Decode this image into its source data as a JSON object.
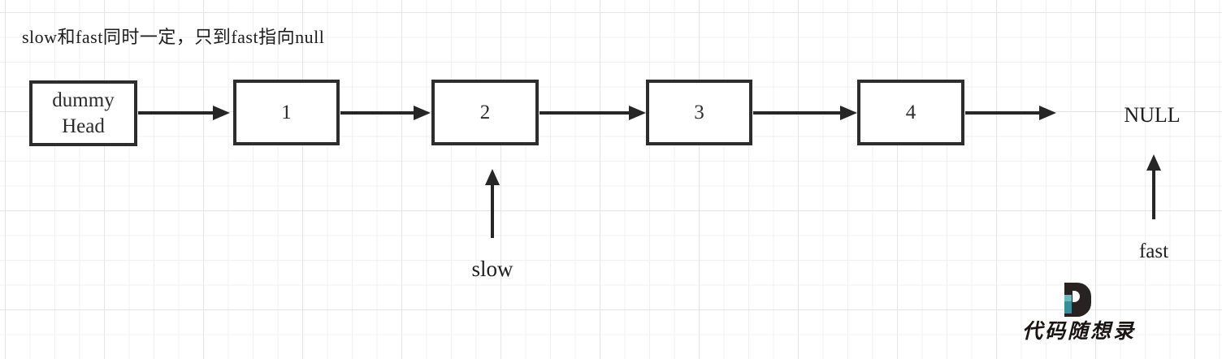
{
  "title": "slow和fast同时一定，只到fast指向null",
  "list": {
    "nodes": [
      {
        "label": "dummy\nHead"
      },
      {
        "label": "1"
      },
      {
        "label": "2"
      },
      {
        "label": "3"
      },
      {
        "label": "4"
      }
    ],
    "terminal": "NULL"
  },
  "pointers": {
    "slow": "slow",
    "fast": "fast"
  },
  "logo": {
    "brand": "代码随想录"
  },
  "colors": {
    "line": "#262626",
    "node_border": "#2d2d2d",
    "logo_teal": "#368f9b",
    "logo_dark": "#282220",
    "grid_minor": "#f0f0f0",
    "grid_major": "#e5e5e5"
  }
}
